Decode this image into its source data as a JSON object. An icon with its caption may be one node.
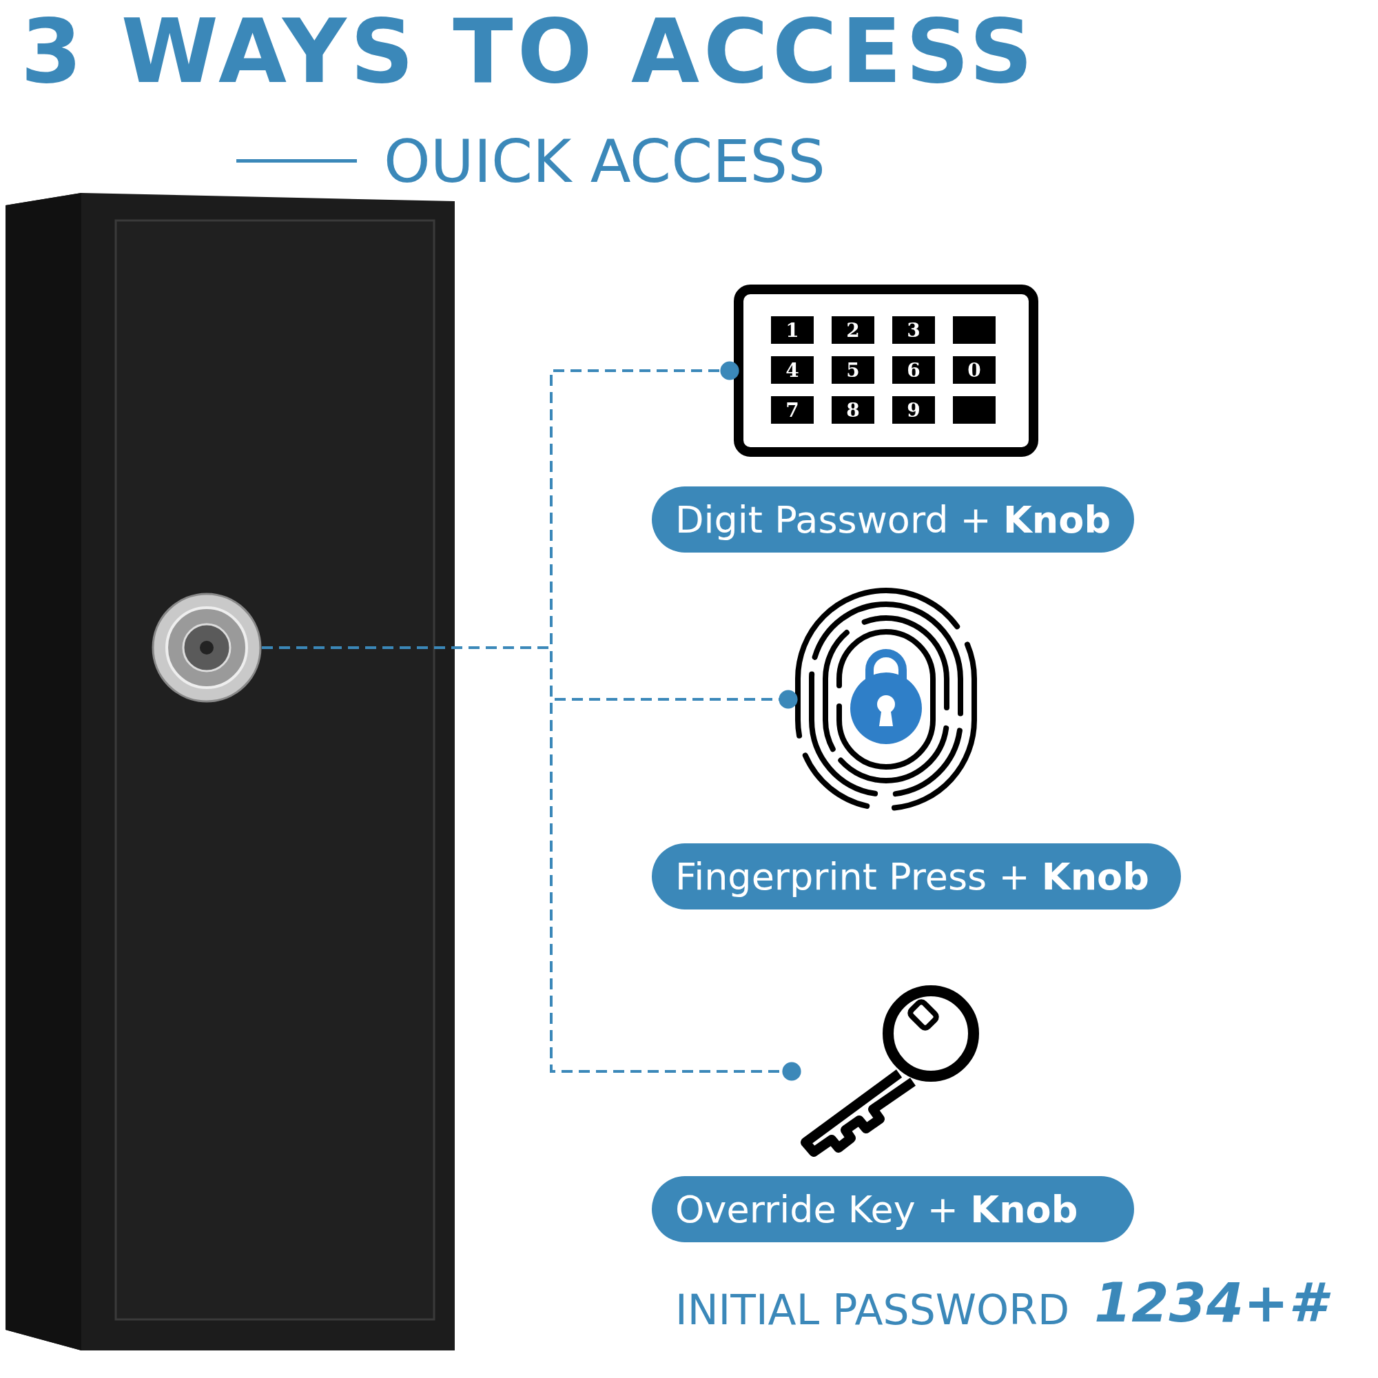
{
  "diagram": {
    "title": "3 WAYS TO ACCESS",
    "nodes": [
      {
        "text": [],
        "shape": "picture"
      },
      {
        "text": [],
        "shape": "picture",
        "in": 0
      },
      {
        "text": [
          "1",
          "2",
          "3",
          "4",
          "5",
          "6",
          "0",
          "7",
          "8",
          "9"
        ]
      },
      {
        "text": [
          "Digit Password + **Knob**"
        ]
      },
      {
        "text": [],
        "shape": "picture"
      },
      {
        "text": [
          "Fingerprint Press + **Knob**"
        ]
      },
      {
        "text": [],
        "shape": "picture"
      },
      {
        "text": [
          "Override Key + **Knob**"
        ]
      }
    ],
    "edges": [
      {
        "from": 1,
        "to": 2,
        "arrow": "other",
        "style": "dashed"
      },
      {
        "from": 1,
        "to": 4,
        "arrow": "other",
        "style": "dashed"
      },
      {
        "from": 1,
        "to": 6,
        "arrow": "other",
        "style": "dashed"
      }
    ],
    "labels": [
      "OUICK ACCESS",
      "INITIAL PASSWORD",
      "1234+#"
    ]
  }
}
